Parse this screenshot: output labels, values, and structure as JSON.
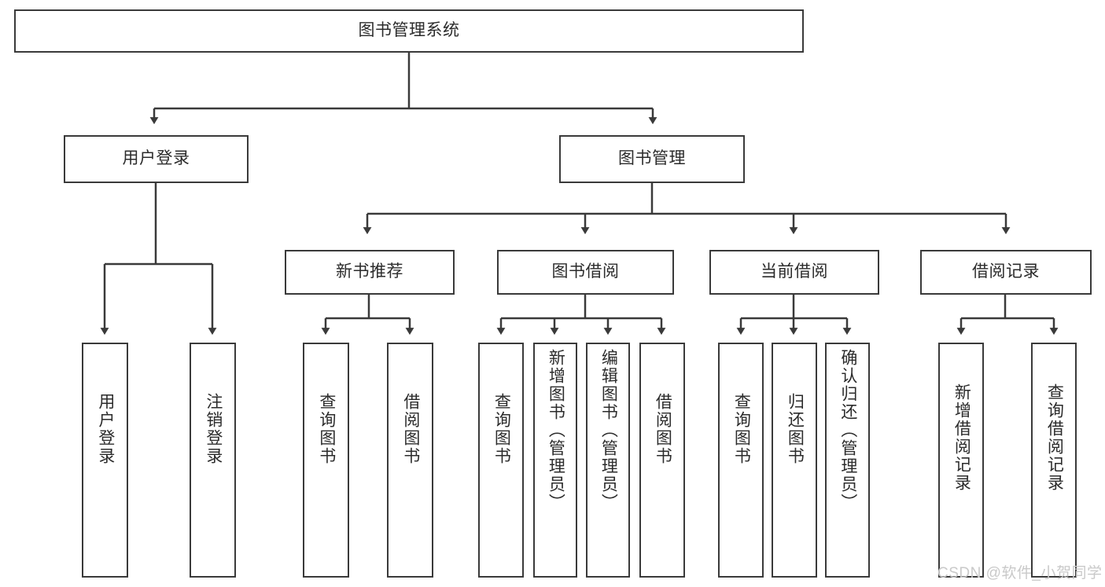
{
  "diagram": {
    "title": "图书管理系统",
    "type": "tree",
    "root": {
      "id": "root",
      "label": "图书管理系统"
    },
    "level2": [
      {
        "id": "login",
        "label": "用户登录"
      },
      {
        "id": "bookmgmt",
        "label": "图书管理"
      }
    ],
    "level3": [
      {
        "id": "newbook",
        "label": "新书推荐",
        "parent": "bookmgmt"
      },
      {
        "id": "borrow",
        "label": "图书借阅",
        "parent": "bookmgmt"
      },
      {
        "id": "current",
        "label": "当前借阅",
        "parent": "bookmgmt"
      },
      {
        "id": "records",
        "label": "借阅记录",
        "parent": "bookmgmt"
      }
    ],
    "leaves": [
      {
        "id": "leaf-1",
        "label": "用户登录",
        "parent": "login"
      },
      {
        "id": "leaf-2",
        "label": "注销登录",
        "parent": "login"
      },
      {
        "id": "leaf-3",
        "label": "查询图书",
        "parent": "newbook"
      },
      {
        "id": "leaf-4",
        "label": "借阅图书",
        "parent": "newbook"
      },
      {
        "id": "leaf-5",
        "label": "查询图书",
        "parent": "borrow"
      },
      {
        "id": "leaf-6",
        "label": "新增图书（管理员）",
        "parent": "borrow"
      },
      {
        "id": "leaf-7",
        "label": "编辑图书（管理员）",
        "parent": "borrow"
      },
      {
        "id": "leaf-8",
        "label": "借阅图书",
        "parent": "borrow"
      },
      {
        "id": "leaf-9",
        "label": "查询图书",
        "parent": "current"
      },
      {
        "id": "leaf-10",
        "label": "归还图书",
        "parent": "current"
      },
      {
        "id": "leaf-11",
        "label": "确认归还（管理员）",
        "parent": "current"
      },
      {
        "id": "leaf-12",
        "label": "新增借阅记录",
        "parent": "records"
      },
      {
        "id": "leaf-13",
        "label": "查询借阅记录",
        "parent": "records"
      }
    ],
    "colors": {
      "stroke": "#3a3a3a",
      "text": "#2b2b2b",
      "background": "#ffffff",
      "watermark": "#c9c9c9"
    }
  },
  "watermark": {
    "text": "CSDN @软件_小贺同学"
  }
}
